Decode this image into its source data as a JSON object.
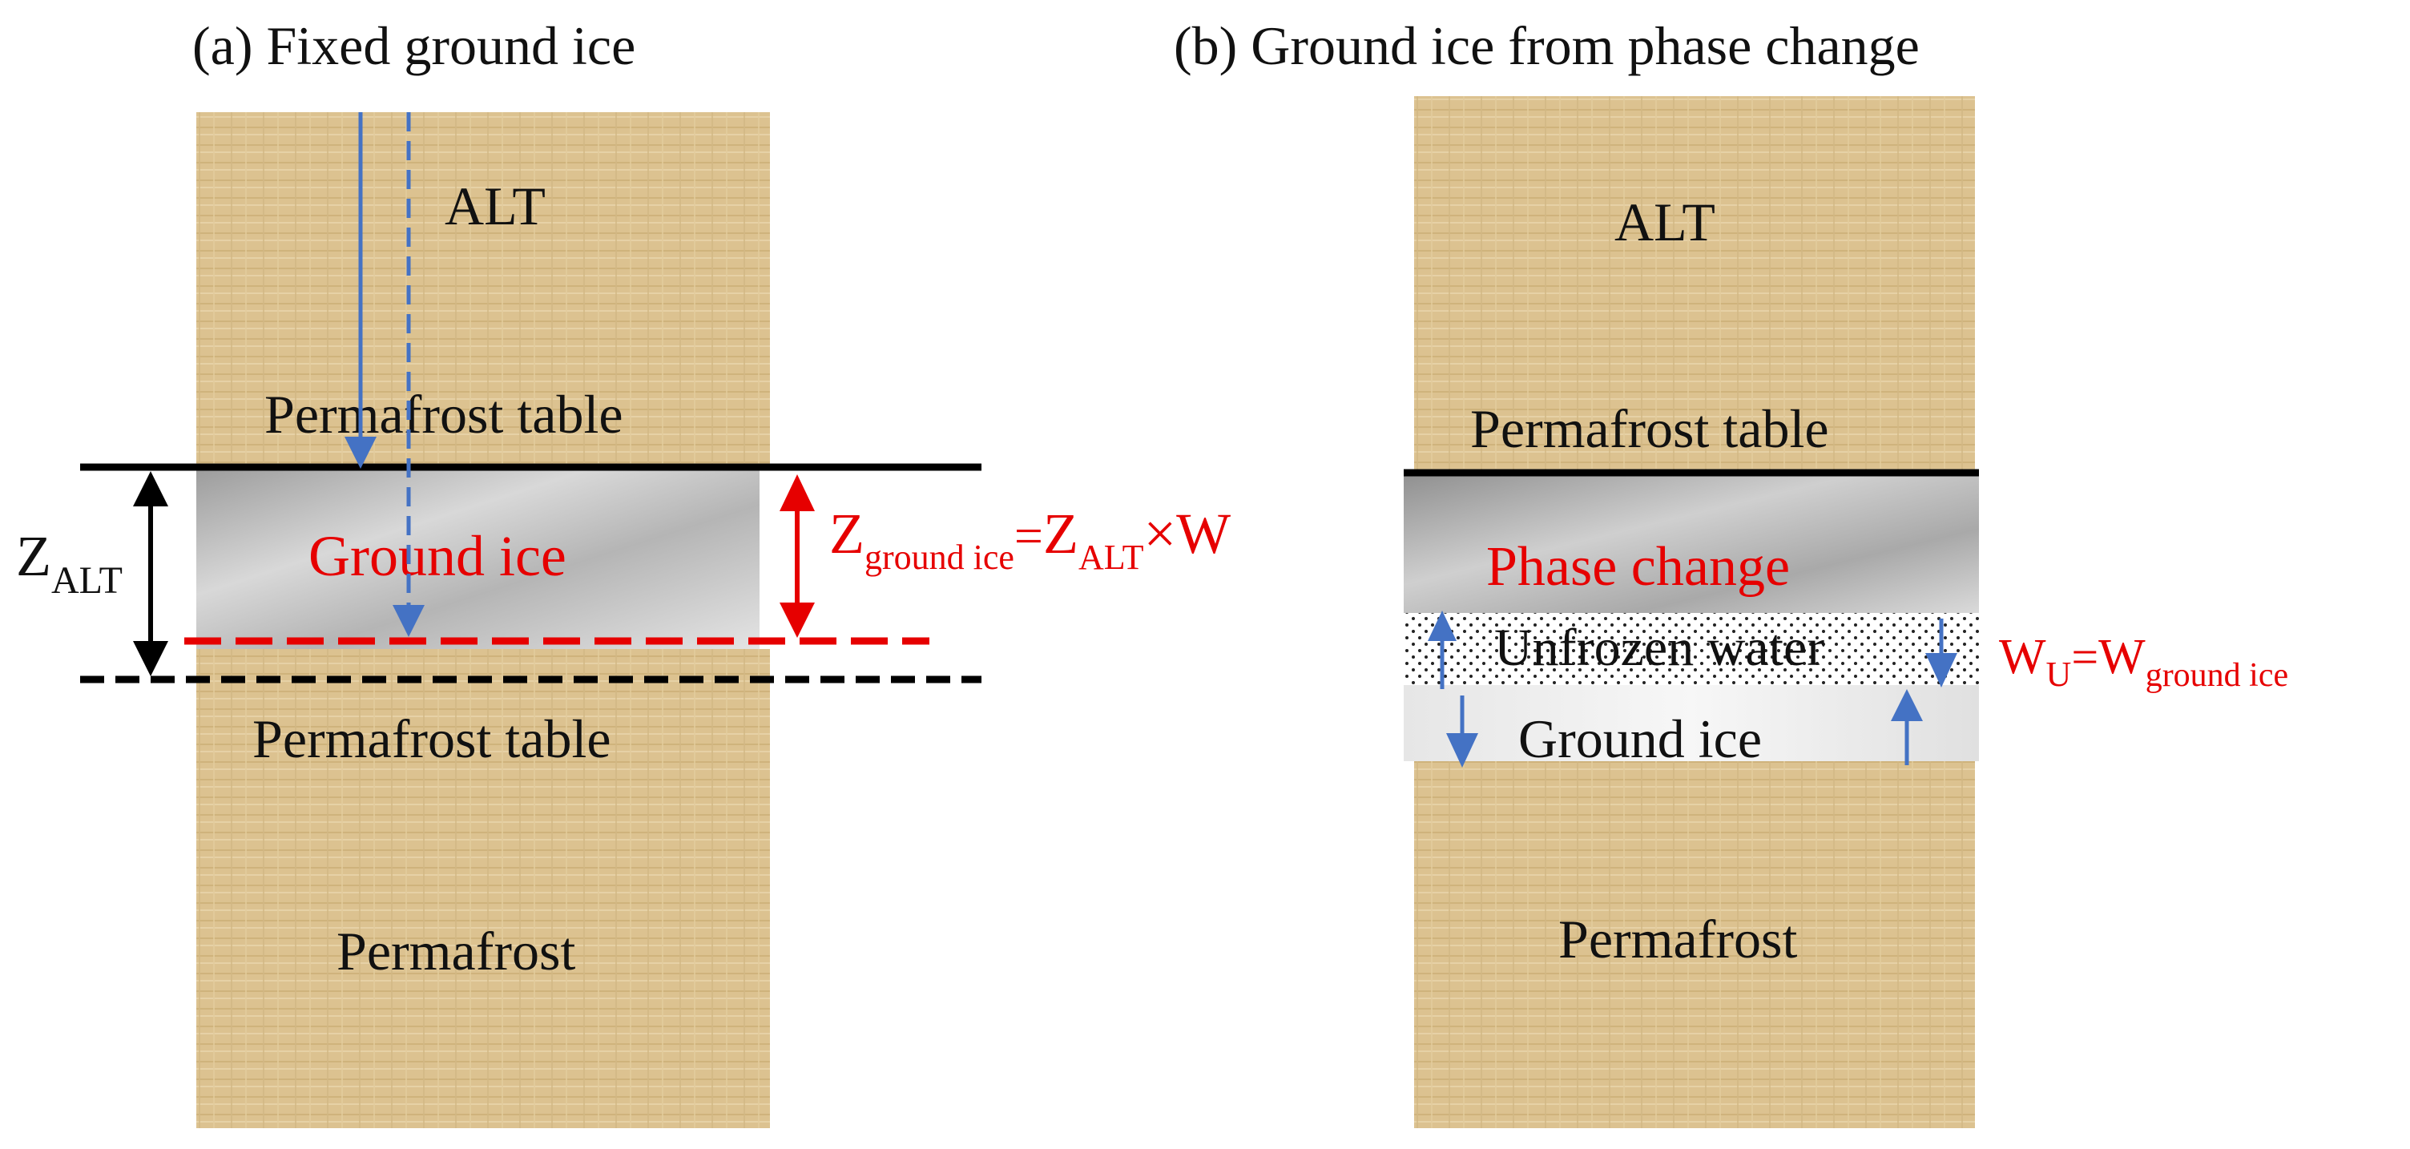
{
  "colors": {
    "soil": "#dcc290",
    "soil_dark": "#c9ad75",
    "ice_top": "#a8a8a8",
    "ice_mid": "#c9c9c9",
    "ice_light": "#ececec",
    "text": "#111111",
    "red": "#e60000",
    "blue": "#4472c4"
  },
  "panel_a": {
    "title": "(a)  Fixed ground ice",
    "alt_label": "ALT",
    "permafrost_table_top": "Permafrost  table",
    "ground_ice": "Ground  ice",
    "permafrost_table_bottom": "Permafrost  table",
    "permafrost": "Permafrost",
    "z_alt": {
      "main": "Z",
      "sub": "ALT"
    },
    "formula": {
      "z1": "Z",
      "z1_sub": "ground ice",
      "eq": "=",
      "z2": "Z",
      "z2_sub": "ALT",
      "times": "×W"
    }
  },
  "panel_b": {
    "title": "(b)  Ground  ice  from  phase  change",
    "alt_label": "ALT",
    "permafrost_table": "Permafrost  table",
    "phase_change": "Phase  change",
    "unfrozen_water": "Unfrozen  water",
    "ground_ice": "Ground  ice",
    "permafrost": "Permafrost",
    "formula": {
      "w1": "W",
      "w1_sub": "U",
      "eq": "=",
      "w2": "W",
      "w2_sub": "ground ice"
    }
  }
}
